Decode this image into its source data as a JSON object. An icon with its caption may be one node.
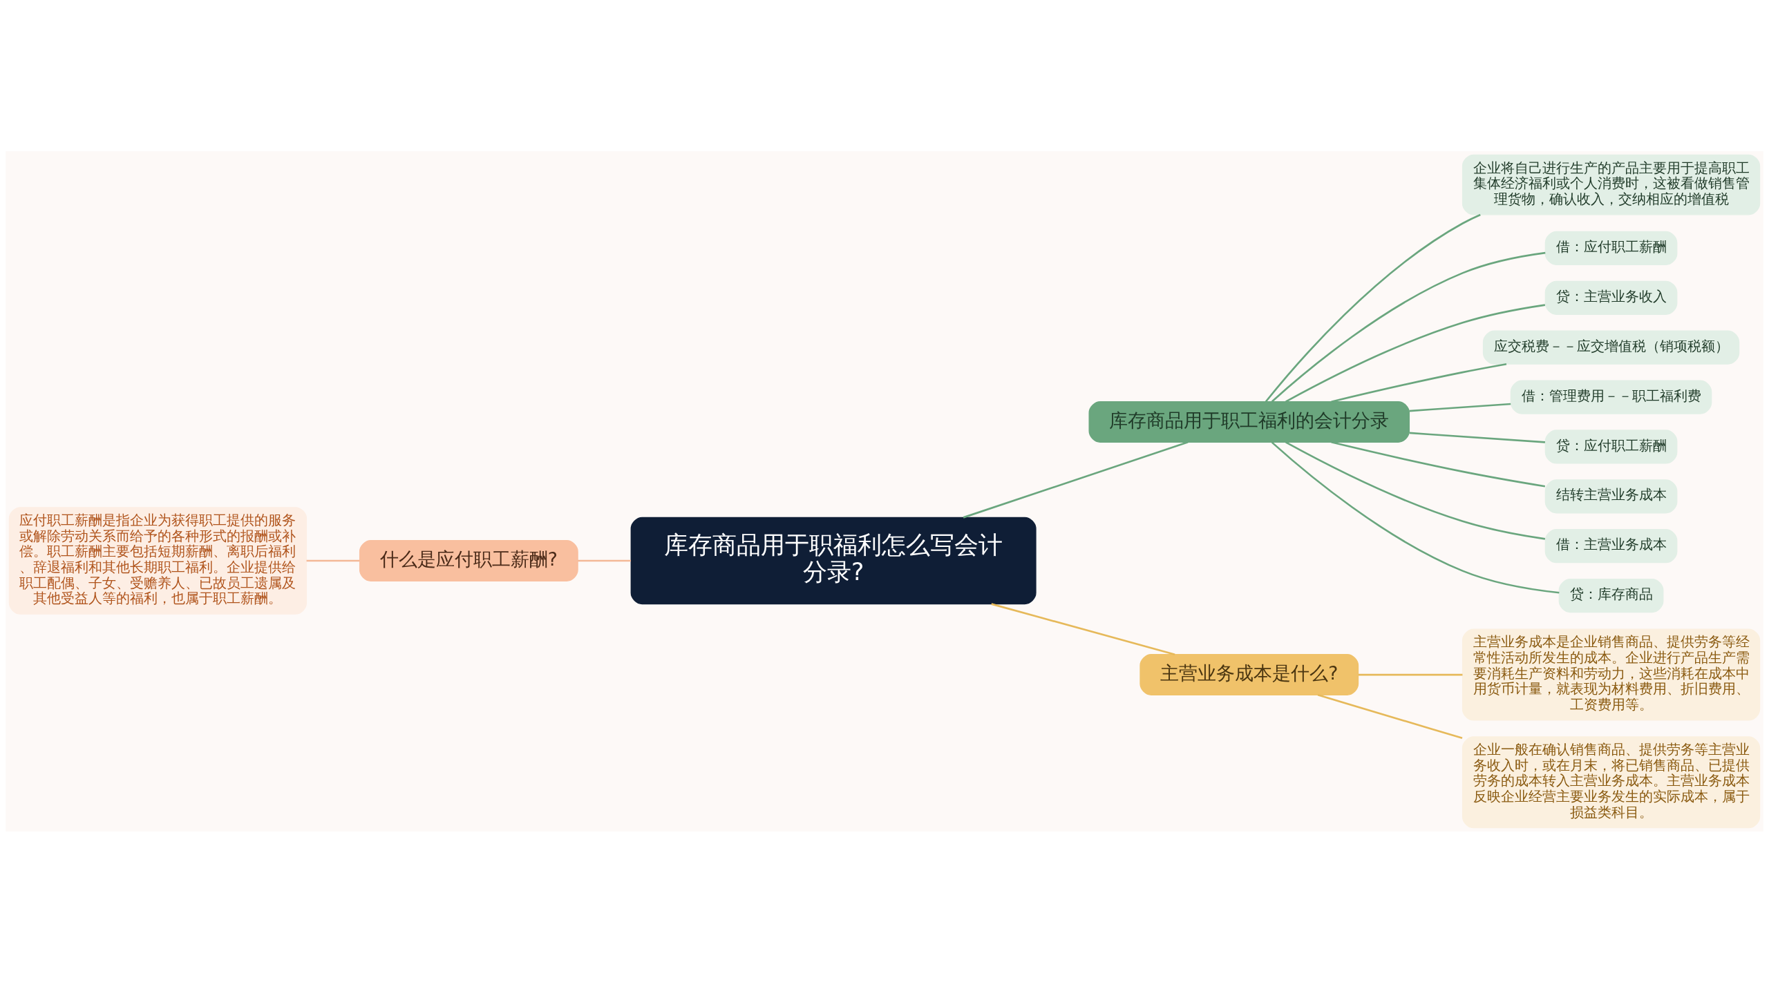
{
  "diagram": {
    "nodes": [
      {
        "text": [
          "库存商品用于职福利怎么写会计分录?"
        ]
      },
      {
        "text": [
          "库存商品用于职工福利的会计分录"
        ]
      },
      {
        "text": [
          "企业将自己进行生产的产品主要用于提高职工集体经济福利或个人消费时，这被看做销售管理货物，确认收入，交纳相应的增值税"
        ]
      },
      {
        "text": [
          "借：应付职工薪酬"
        ]
      },
      {
        "text": [
          "贷：主营业务收入"
        ]
      },
      {
        "text": [
          "应交税费－－应交增值税（销项税额）"
        ]
      },
      {
        "text": [
          "借：管理费用－－职工福利费"
        ]
      },
      {
        "text": [
          "贷：应付职工薪酬"
        ]
      },
      {
        "text": [
          "结转主营业务成本"
        ]
      },
      {
        "text": [
          "借：主营业务成本"
        ]
      },
      {
        "text": [
          "贷：库存商品"
        ]
      },
      {
        "text": [
          "什么是应付职工薪酬?"
        ]
      },
      {
        "text": [
          "应付职工薪酬是指企业为获得职工提供的服务或解除劳动关系而给予的各种形式的报酬或补偿。职工薪酬主要包括短期薪酬、离职后福利、辞退福利和其他长期职工福利。企业提供给职工配偶、子女、受赡养人、已故员工遗属及其他受益人等的福利，也属于职工薪酬。"
        ]
      },
      {
        "text": [
          "主营业务成本是什么?"
        ]
      },
      {
        "text": [
          "主营业务成本是企业销售商品、提供劳务等经常性活动所发生的成本。企业进行产品生产需要消耗生产资料和劳动力，这些消耗在成本中用货币计量，就表现为材料费用、折旧费用、工资费用等。"
        ]
      },
      {
        "text": [
          "企业一般在确认销售商品、提供劳务等主营业务收入时，或在月末，将已销售商品、已提供劳务的成本转入主营业务成本。主营业务成本反映企业经营主要业务发生的实际成本，属于损益类科目。"
        ]
      }
    ],
    "edges": [
      {
        "from": 0,
        "to": 1,
        "arrow": "none"
      },
      {
        "from": 1,
        "to": 2,
        "arrow": "none"
      },
      {
        "from": 1,
        "to": 3,
        "arrow": "none"
      },
      {
        "from": 1,
        "to": 4,
        "arrow": "none"
      },
      {
        "from": 1,
        "to": 5,
        "arrow": "none"
      },
      {
        "from": 1,
        "to": 6,
        "arrow": "none"
      },
      {
        "from": 1,
        "to": 7,
        "arrow": "none"
      },
      {
        "from": 1,
        "to": 8,
        "arrow": "none"
      },
      {
        "from": 1,
        "to": 9,
        "arrow": "none"
      },
      {
        "from": 1,
        "to": 10,
        "arrow": "none"
      },
      {
        "from": 0,
        "to": 11,
        "arrow": "none",
        "color": "#f4b896"
      },
      {
        "from": 11,
        "to": 12,
        "arrow": "none",
        "color": "#f4b896"
      },
      {
        "from": 0,
        "to": 13,
        "arrow": "none",
        "color": "#e6b95a"
      },
      {
        "from": 13,
        "to": 14,
        "arrow": "none",
        "color": "#e6b95a"
      },
      {
        "from": 13,
        "to": 15,
        "arrow": "none",
        "color": "#e6b95a"
      }
    ]
  }
}
